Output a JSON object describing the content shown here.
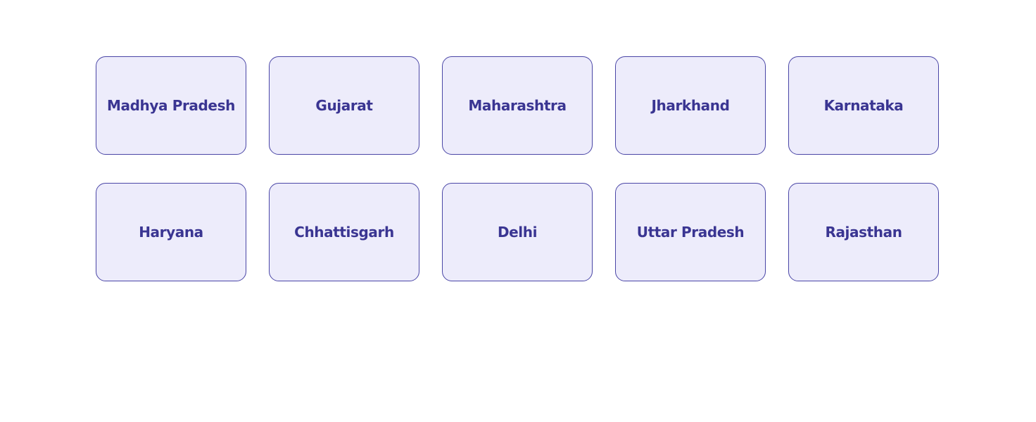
{
  "states": [
    {
      "label": "Madhya Pradesh"
    },
    {
      "label": "Gujarat"
    },
    {
      "label": "Maharashtra"
    },
    {
      "label": "Jharkhand"
    },
    {
      "label": "Karnataka"
    },
    {
      "label": "Haryana"
    },
    {
      "label": "Chhattisgarh"
    },
    {
      "label": "Delhi"
    },
    {
      "label": "Uttar Pradesh"
    },
    {
      "label": "Rajasthan"
    }
  ],
  "colors": {
    "tile_background": "#edecfb",
    "tile_border": "#4a46a6",
    "label_text": "#3a3592"
  }
}
